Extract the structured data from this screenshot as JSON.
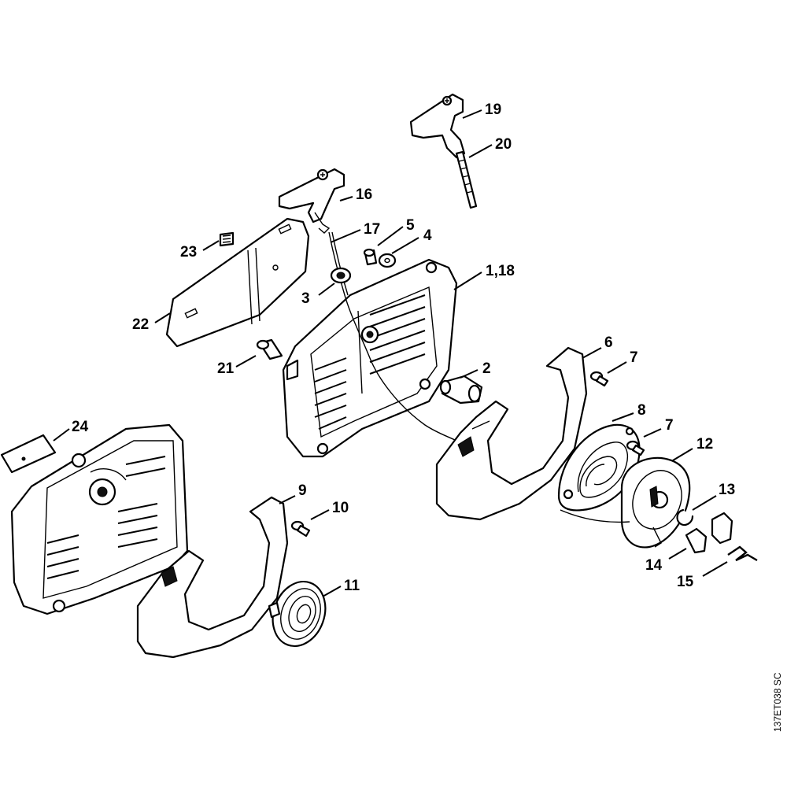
{
  "diagram": {
    "reference_code": "137ET038 SC",
    "callouts": {
      "c1_18": "1,18",
      "c2": "2",
      "c3": "3",
      "c4": "4",
      "c5": "5",
      "c6": "6",
      "c7a": "7",
      "c7b": "7",
      "c8": "8",
      "c9": "9",
      "c10": "10",
      "c11": "11",
      "c12": "12",
      "c13": "13",
      "c14": "14",
      "c15": "15",
      "c16": "16",
      "c17": "17",
      "c19": "19",
      "c20": "20",
      "c21": "21",
      "c22": "22",
      "c23": "23",
      "c24": "24"
    }
  }
}
